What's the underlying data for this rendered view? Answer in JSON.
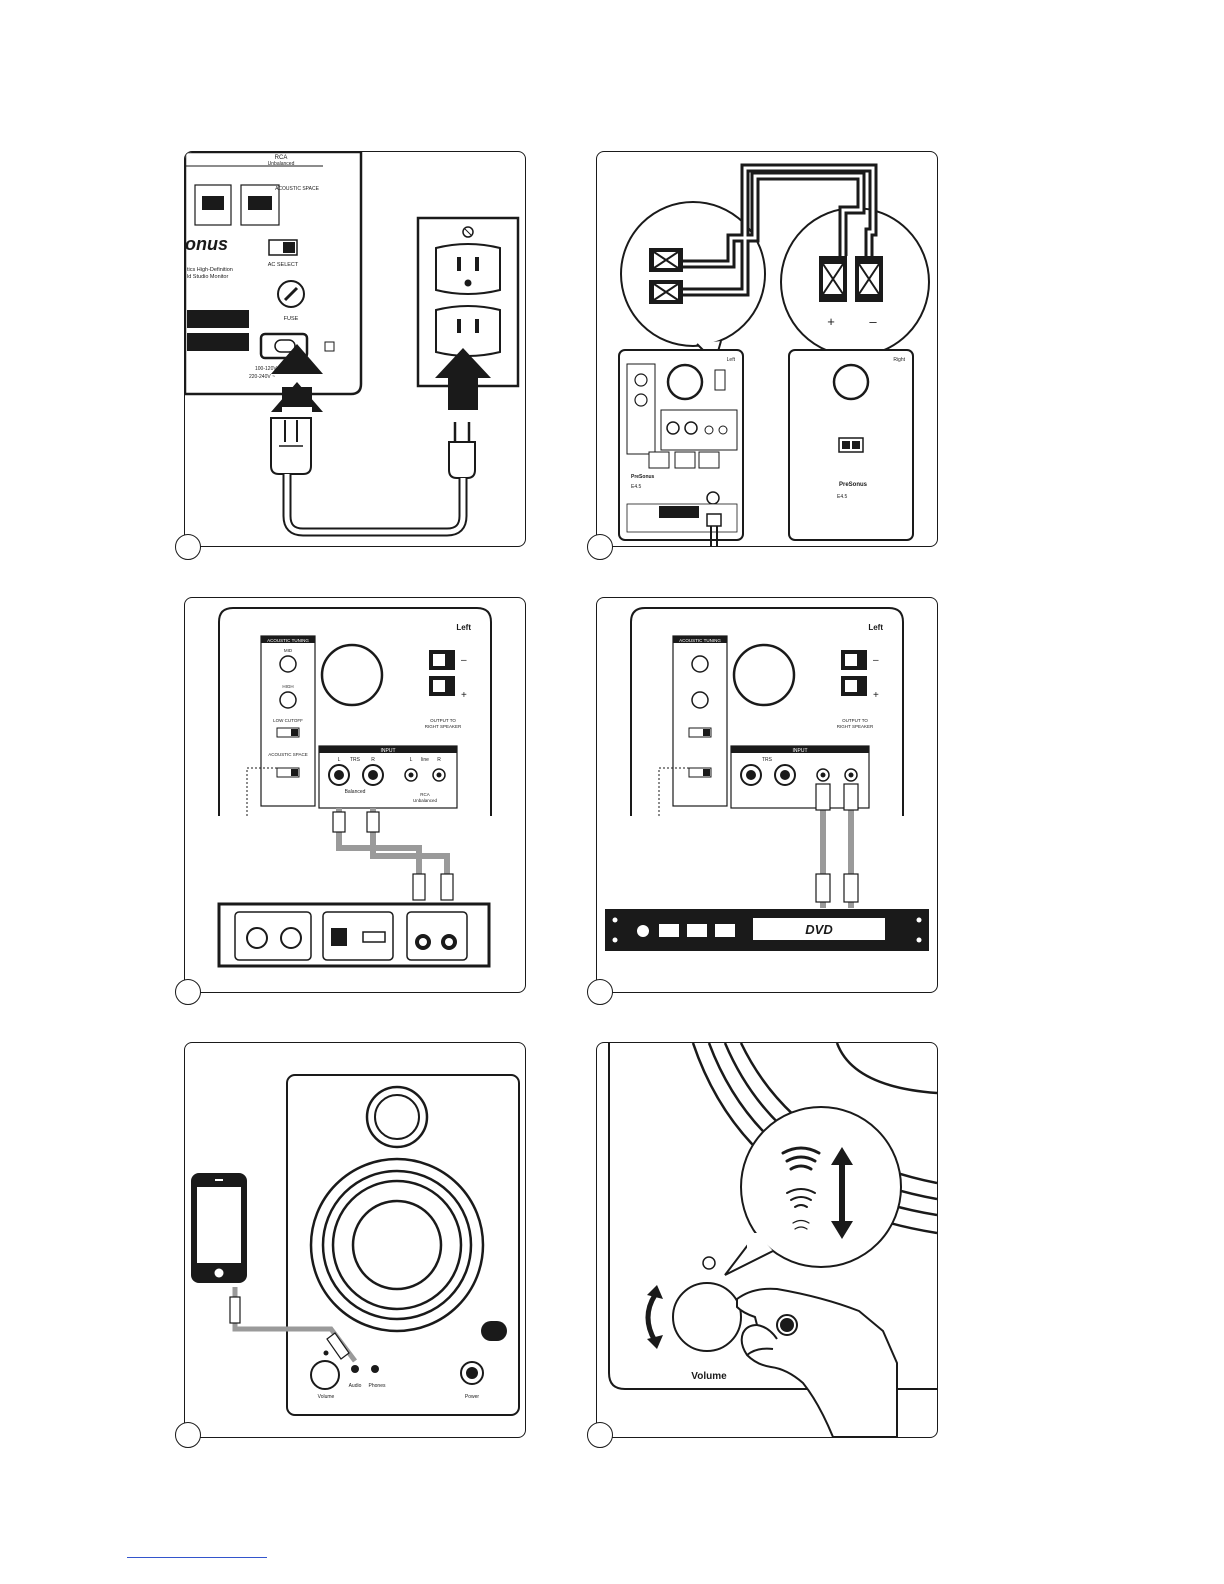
{
  "step1": {
    "rca_label": "RCA",
    "rca_sub": "Unbalanced",
    "acoustic_space": "ACOUSTIC\nSPACE",
    "brand": "onus",
    "model_line1": "tics High-Definition",
    "model_line2": "ld Studio Monitor",
    "ac_select": "AC SELECT",
    "fuse": "FUSE",
    "voltage1": "100-120V ~",
    "voltage2": "220-240V ~"
  },
  "step2": {
    "left": "Left",
    "right": "Right",
    "plus": "+",
    "minus": "–",
    "brand": "PreSonus",
    "model": "E4.5"
  },
  "step3": {
    "left": "Left",
    "acoustic_tuning": "ACOUSTIC TUNING",
    "mid": "MID",
    "high": "HIGH",
    "low_cutoff": "LOW CUTOFF",
    "acoustic_space": "ACOUSTIC SPACE",
    "output_to": "OUTPUT TO",
    "right_speaker": "RIGHT SPEAKER",
    "input": "INPUT",
    "trs": "TRS",
    "l": "L",
    "r": "R",
    "line": "line",
    "balanced": "Balanced",
    "rca": "RCA",
    "unbalanced": "Unbalanced",
    "plus": "+",
    "minus": "–"
  },
  "step4": {
    "left": "Left",
    "acoustic_tuning": "ACOUSTIC TUNING",
    "output_to": "OUTPUT TO",
    "right_speaker": "RIGHT SPEAKER",
    "input": "INPUT",
    "trs": "TRS",
    "dvd": "DVD",
    "plus": "+",
    "minus": "–"
  },
  "step5": {
    "volume": "Volume",
    "audio_in": "Audio",
    "phones": "Phones",
    "power": "Power"
  },
  "step6": {
    "volume": "Volume"
  },
  "colors": {
    "ink": "#1a1a1a",
    "cable": "#9a9a9a",
    "link": "#3355cc"
  }
}
